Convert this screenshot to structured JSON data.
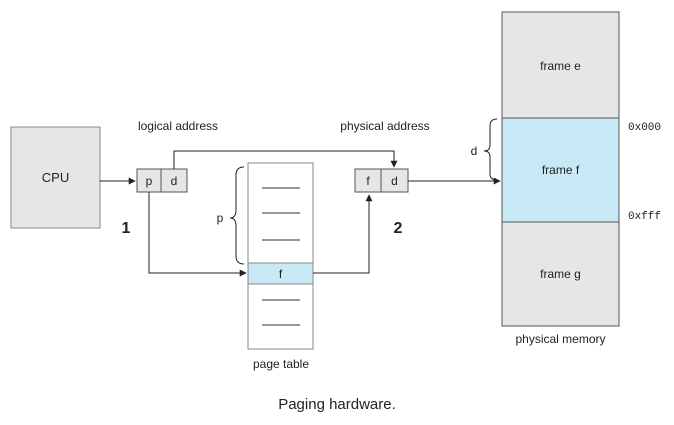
{
  "cpu": {
    "label": "CPU"
  },
  "logical_address": {
    "label": "logical address",
    "p": "p",
    "d": "d"
  },
  "physical_address": {
    "label": "physical address",
    "f": "f",
    "d": "d"
  },
  "page_table": {
    "label": "page table",
    "p_label": "p",
    "entry": "f"
  },
  "steps": {
    "one": "1",
    "two": "2"
  },
  "memory": {
    "label": "physical memory",
    "frames": [
      "frame e",
      "frame f",
      "frame g"
    ],
    "addr_start": "0x000",
    "addr_end": "0xfff",
    "offset_label": "d"
  },
  "caption": "Paging hardware.",
  "colors": {
    "box_gray": "#e6e6e6",
    "highlight": "#c7e8f5",
    "border": "#555555"
  }
}
